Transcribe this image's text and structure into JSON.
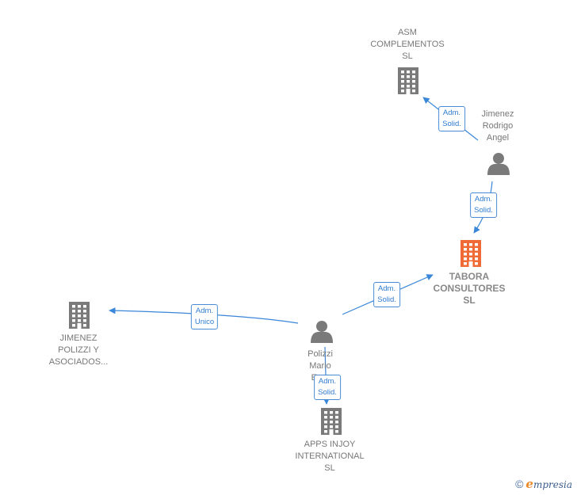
{
  "colors": {
    "node_default": "#7a7a7a",
    "node_focus": "#f06a35",
    "edge": "#3a86d8",
    "label": "#777777"
  },
  "nodes": [
    {
      "id": "asm",
      "type": "company",
      "lines": [
        "ASM",
        "COMPLEMENTOS",
        "SL"
      ],
      "focus": false
    },
    {
      "id": "jimenez_rodrigo",
      "type": "person",
      "lines": [
        "Jimenez",
        "Rodrigo",
        "Angel"
      ],
      "focus": false
    },
    {
      "id": "tabora",
      "type": "company",
      "lines": [
        "TABORA",
        "CONSULTORES",
        "SL"
      ],
      "focus": true
    },
    {
      "id": "jimenez_polizzi",
      "type": "company",
      "lines": [
        "JIMENEZ",
        "POLIZZI Y",
        "ASOCIADOS..."
      ],
      "focus": false
    },
    {
      "id": "polizzi",
      "type": "person",
      "lines": [
        "Polizzi",
        "Mario",
        "En..."
      ],
      "focus": false
    },
    {
      "id": "apps",
      "type": "company",
      "lines": [
        "APPS INJOY",
        "INTERNATIONAL",
        "SL"
      ],
      "focus": false
    }
  ],
  "edges": [
    {
      "from": "jimenez_rodrigo",
      "to": "asm",
      "lines": [
        "Adm.",
        "Solid."
      ]
    },
    {
      "from": "jimenez_rodrigo",
      "to": "tabora",
      "lines": [
        "Adm.",
        "Solid."
      ]
    },
    {
      "from": "polizzi",
      "to": "tabora",
      "lines": [
        "Adm.",
        "Solid."
      ]
    },
    {
      "from": "polizzi",
      "to": "jimenez_polizzi",
      "lines": [
        "Adm.",
        "Unico"
      ]
    },
    {
      "from": "polizzi",
      "to": "apps",
      "lines": [
        "Adm.",
        "Solid."
      ]
    }
  ],
  "brand": {
    "copyright": "©",
    "name_initial": "e",
    "name_rest": "mpresia"
  }
}
